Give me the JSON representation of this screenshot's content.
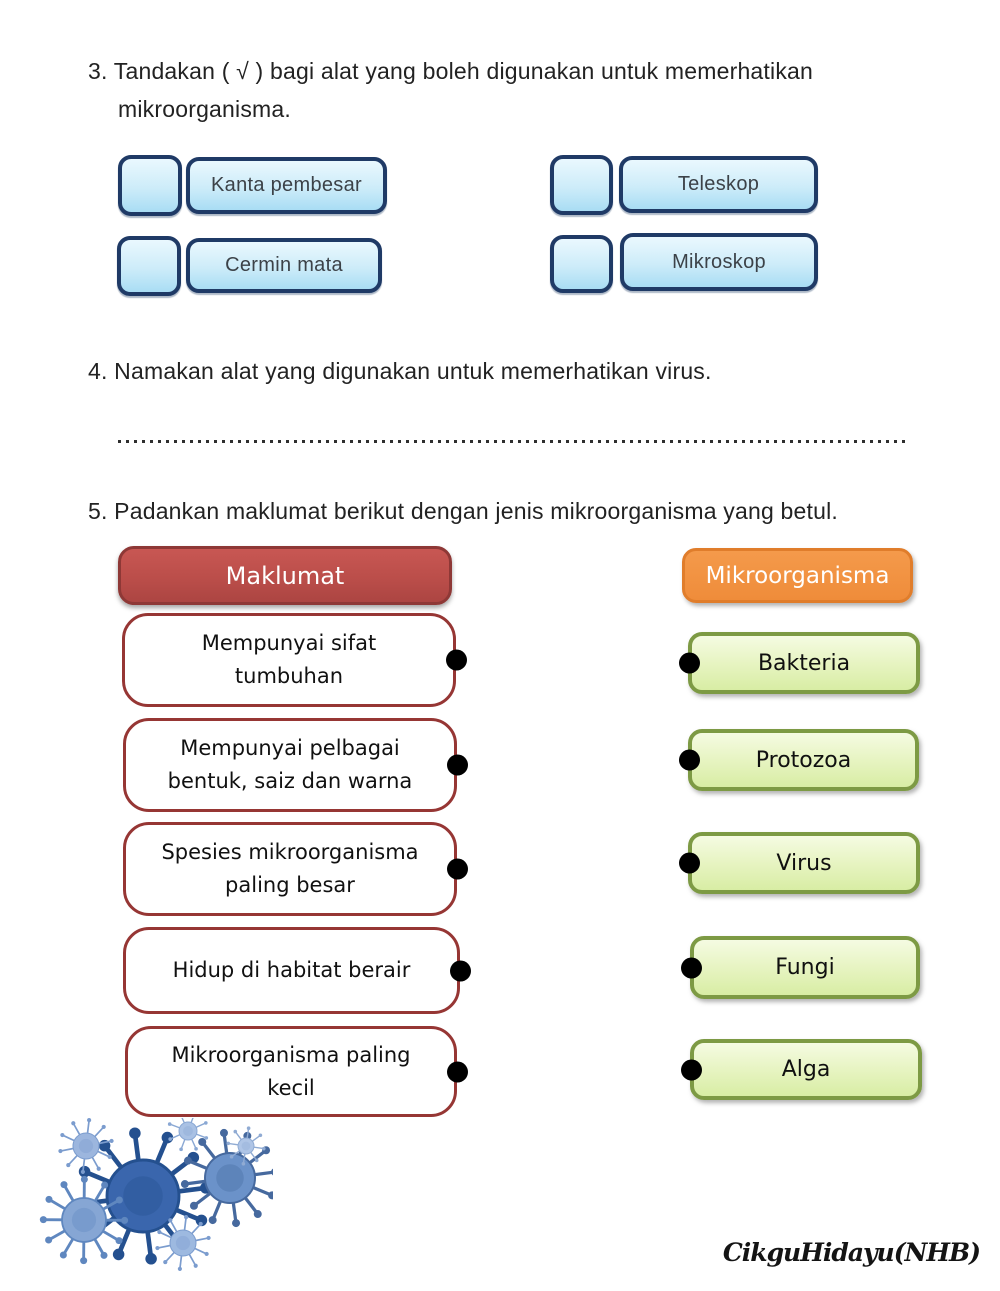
{
  "q3": {
    "line1": "3. Tandakan ( √ ) bagi alat yang boleh digunakan untuk memerhatikan",
    "line2": "mikroorganisma.",
    "tools": [
      {
        "label": "Kanta pembesar"
      },
      {
        "label": "Cermin mata"
      },
      {
        "label": "Teleskop"
      },
      {
        "label": "Mikroskop"
      }
    ]
  },
  "q4": {
    "text": "4. Namakan alat yang digunakan untuk memerhatikan virus."
  },
  "q5": {
    "text": "5. Padankan maklumat berikut dengan jenis mikroorganisma yang betul.",
    "left_header": "Maklumat",
    "right_header": "Mikroorganisma",
    "left_items": [
      {
        "label": "Mempunyai sifat tumbuhan",
        "lines": [
          "Mempunyai sifat",
          "tumbuhan"
        ]
      },
      {
        "label": "Mempunyai pelbagai bentuk, saiz dan warna",
        "lines": [
          "Mempunyai pelbagai",
          "bentuk, saiz dan warna"
        ]
      },
      {
        "label": "Spesies mikroorganisma paling besar",
        "lines": [
          "Spesies mikroorganisma",
          "paling besar"
        ]
      },
      {
        "label": "Hidup di habitat berair",
        "lines": [
          "Hidup di habitat berair"
        ]
      },
      {
        "label": "Mikroorganisma paling kecil",
        "lines": [
          "Mikroorganisma paling",
          "kecil"
        ]
      }
    ],
    "right_items": [
      {
        "label": "Bakteria"
      },
      {
        "label": "Protozoa"
      },
      {
        "label": "Virus"
      },
      {
        "label": "Fungi"
      },
      {
        "label": "Alga"
      }
    ]
  },
  "footer": {
    "signature": "CikguHidayu(NHB)"
  },
  "icons": {
    "virus_illustration": "virus-cluster-blue"
  },
  "colors": {
    "navy_border": "#1f3a66",
    "blue_fill_top": "#eaf8fe",
    "blue_fill_bottom": "#a9ddf4",
    "red_header_fill": "#bb4e4a",
    "red_header_border": "#8e3836",
    "orange_header_fill": "#ef8c3a",
    "orange_header_border": "#e07d2b",
    "maroon_item_border": "#963634",
    "green_fill_top": "#f5fbe2",
    "green_fill_bottom": "#d8eda4",
    "green_border": "#7d9a44",
    "dot_black": "#000000"
  }
}
